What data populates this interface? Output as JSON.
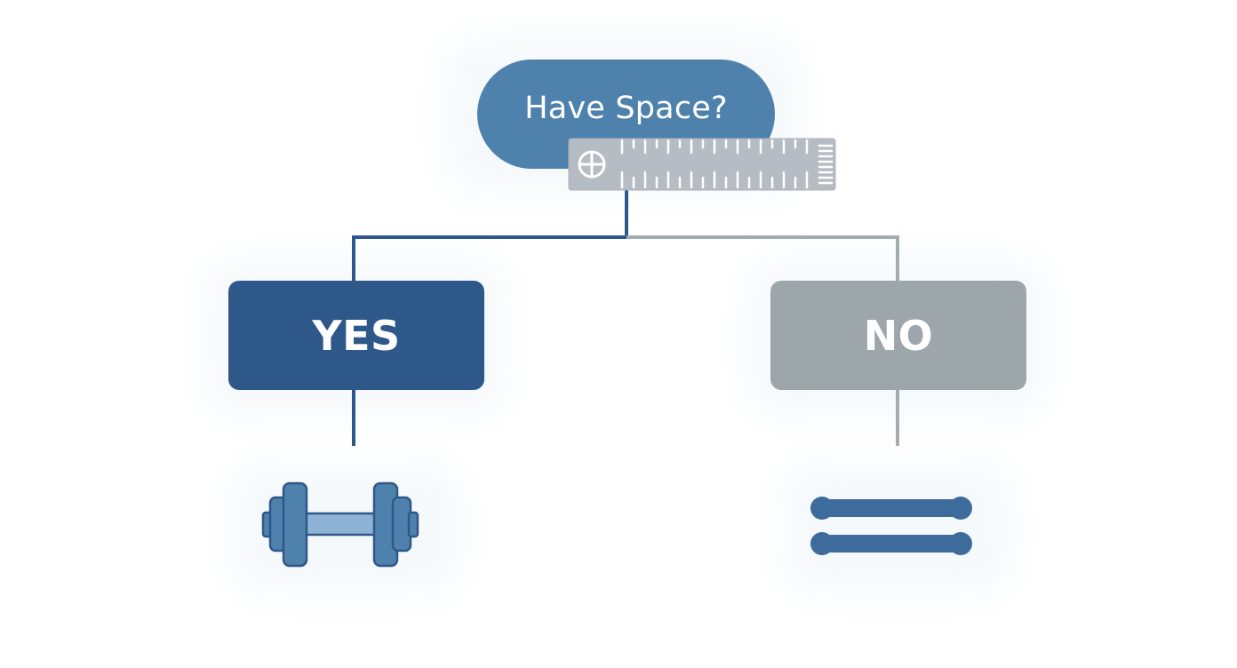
{
  "question": {
    "label": "Have Space?"
  },
  "branches": {
    "yes": {
      "label": "YES",
      "icon": "dumbbell-icon"
    },
    "no": {
      "label": "NO",
      "icon": "resistance-bands-icon"
    }
  },
  "ruler": {
    "icon": "ruler-icon",
    "knob_icon": "crosshair-icon"
  },
  "colors": {
    "question_fill": "#4f81ad",
    "yes_fill": "#2e5889",
    "no_fill": "#9ca6ab",
    "ruler_fill": "#b5bcc3",
    "yes_line": "#2e5889",
    "no_line": "#a3acb1",
    "icon_blue": "#4f81ad"
  }
}
